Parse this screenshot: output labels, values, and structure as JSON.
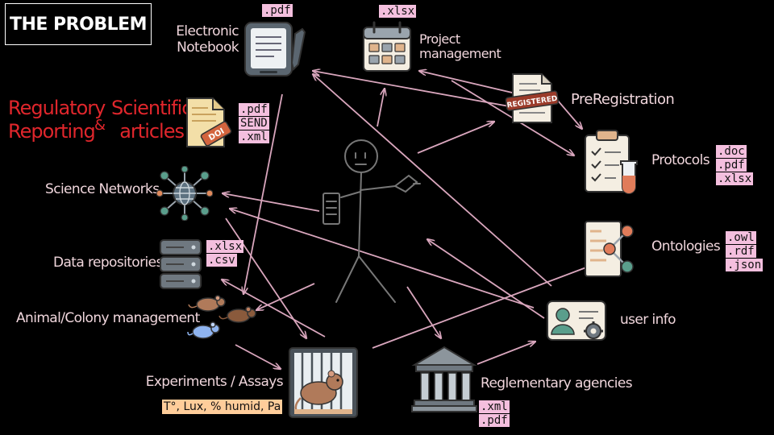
{
  "title": "THE PROBLEM",
  "nodes": {
    "electronic_notebook": {
      "label_line1": "Electronic",
      "label_line2": "Notebook",
      "formats": [
        ".pdf"
      ]
    },
    "project_management": {
      "label_line1": "Project",
      "label_line2": "management",
      "formats": [
        ".xlsx"
      ]
    },
    "preregistration": {
      "label": "PreRegistration",
      "stamp_text": "REGISTERED"
    },
    "protocols": {
      "label": "Protocols",
      "formats": [
        ".doc",
        ".pdf",
        ".xlsx"
      ]
    },
    "regulatory": {
      "line1": "Regulatory",
      "line2": "Reporting",
      "amp": "&",
      "formats": [
        ".pdf",
        "SEND",
        ".xml"
      ]
    },
    "scientific_articles": {
      "line1": "Scientific",
      "line2": "articles",
      "doi_text": "DOI"
    },
    "science_networks": {
      "label": "Science Networks"
    },
    "data_repositories": {
      "label": "Data repositories",
      "formats": [
        ".xlsx",
        ".csv"
      ]
    },
    "ontologies": {
      "label": "Ontologies",
      "formats": [
        ".owl",
        ".rdf",
        ".json"
      ]
    },
    "animal_colony": {
      "label": "Animal/Colony management"
    },
    "user_info": {
      "label": "user info"
    },
    "experiments": {
      "label": "Experiments / Assays",
      "params": "T°, Lux, % humid, Pa"
    },
    "agencies": {
      "label": "Reglementary agencies",
      "formats": [
        ".xml",
        ".pdf"
      ]
    }
  },
  "colors": {
    "background": "#000000",
    "label": "#f0d6dc",
    "arrow": "#d9a6bd",
    "badge": "#f4bfde",
    "param_badge": "#ffcd9a",
    "red_text": "#e0262c"
  }
}
